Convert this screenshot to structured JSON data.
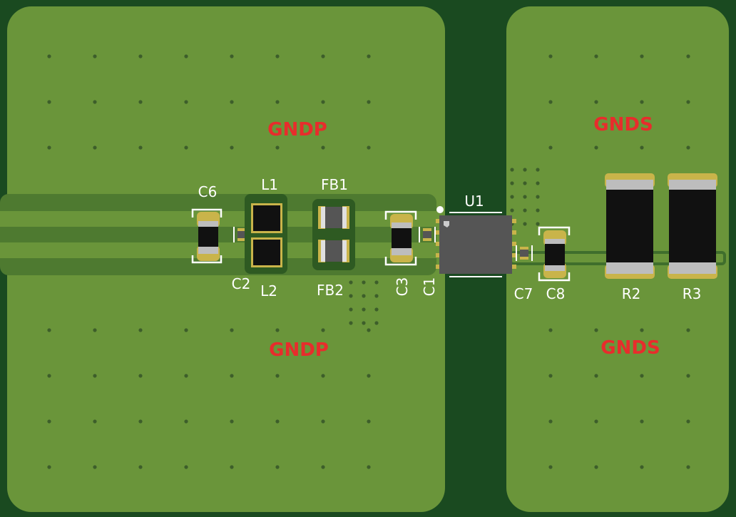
{
  "colors": {
    "board": "#1a4a20",
    "copper_pour": "#6a953a",
    "trace": "#3f6e2c",
    "pad": "#c9b44a",
    "body_dark": "#111111",
    "silkscreen": "#ffffff",
    "net_label": "#e82c2c"
  },
  "net_labels": {
    "gndp_top": "GNDP",
    "gndp_bottom": "GNDP",
    "gnds_top": "GNDS",
    "gnds_bottom": "GNDS"
  },
  "designators": {
    "c6": "C6",
    "l1": "L1",
    "fb1": "FB1",
    "u1": "U1",
    "c2": "C2",
    "l2": "L2",
    "fb2": "FB2",
    "c3": "C3",
    "c1": "C1",
    "c7": "C7",
    "c8": "C8",
    "r2": "R2",
    "r3": "R3"
  },
  "components": [
    {
      "ref": "C6",
      "type": "capacitor"
    },
    {
      "ref": "L1",
      "type": "inductor"
    },
    {
      "ref": "L2",
      "type": "inductor"
    },
    {
      "ref": "FB1",
      "type": "ferrite-bead"
    },
    {
      "ref": "FB2",
      "type": "ferrite-bead"
    },
    {
      "ref": "C2",
      "type": "capacitor"
    },
    {
      "ref": "C3",
      "type": "capacitor"
    },
    {
      "ref": "C1",
      "type": "capacitor"
    },
    {
      "ref": "U1",
      "type": "ic"
    },
    {
      "ref": "C7",
      "type": "capacitor"
    },
    {
      "ref": "C8",
      "type": "capacitor"
    },
    {
      "ref": "R2",
      "type": "resistor"
    },
    {
      "ref": "R3",
      "type": "resistor"
    }
  ]
}
